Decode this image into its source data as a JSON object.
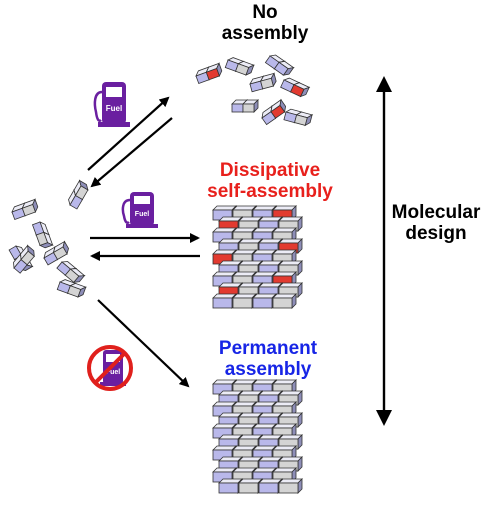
{
  "labels": {
    "no_assembly_line1": "No",
    "no_assembly_line2": "assembly",
    "dissipative_line1": "Dissipative",
    "dissipative_line2": "self-assembly",
    "permanent_line1": "Permanent",
    "permanent_line2": "assembly",
    "molecular_line1": "Molecular",
    "molecular_line2": "design"
  },
  "fuel_pumps": [
    {
      "label": "Fuel"
    },
    {
      "label": "Fuel"
    },
    {
      "label": "Fuel",
      "crossed_out": true
    }
  ],
  "icons": [
    "fuel-pump-icon",
    "no-fuel-icon",
    "double-arrow-icon"
  ],
  "colors": {
    "dissipative_text": "#e8201c",
    "permanent_text": "#1725e6",
    "block_blue": "#b9b8ea",
    "block_gray": "#d4d4d4",
    "block_red": "#e23a30",
    "fuel_pump": "#6a1fa0",
    "no_sign": "#e0201c"
  }
}
